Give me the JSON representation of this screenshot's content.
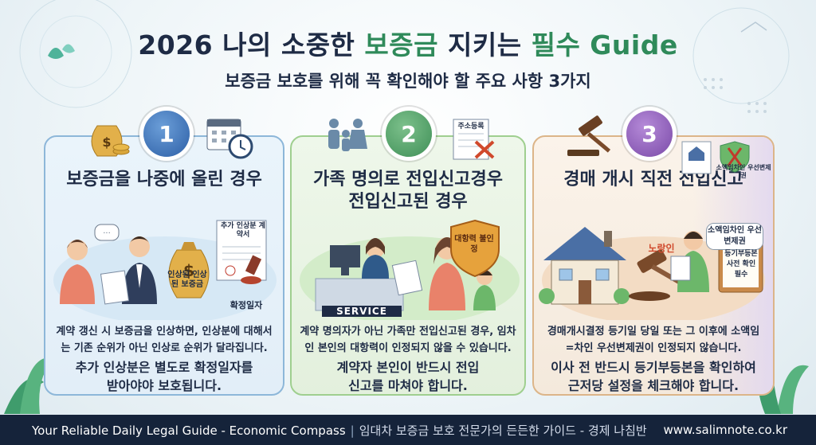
{
  "title": {
    "part1": "2026 나의 소중한 ",
    "hl1": "보증금",
    "part2": " 지키는 ",
    "hl2": "필수",
    "part3": " Guide"
  },
  "subtitle": "보증금 보호를 위해 꼭 확인해야 할 주요 사항 3가지",
  "cards": [
    {
      "number": "1",
      "heading": "보증금을 나중에 올린 경우",
      "labels": {
        "contract": "추가 인상분 계약서",
        "bag": "인상된 인상된 보증금",
        "date": "확정일자"
      },
      "body": "계약 갱신 시 보증금을 인상하면, 인상분에 대해서는 기존 순위가 아닌 인상로 순위가 달라집니다.",
      "note": "추가 인상분은 별도로 확정일자를 받아야야 보호됩니다."
    },
    {
      "number": "2",
      "heading_line1": "가족 명의로 전입신고경우",
      "heading_line2": "전입신고된 경우",
      "labels": {
        "form": "주소등록",
        "shield": "대항력 불인정",
        "desk": "SERVICE"
      },
      "body": "계약 명의자가 아닌 가족만 전입신고된 경우, 임차인 본인의 대항력이 인정되지 않을 수 있습니다.",
      "note": "계약자 본인이 반드시 전입신고를 마쳐야 합니다."
    },
    {
      "number": "3",
      "heading": "경매 개시 직전 전입신고",
      "labels": {
        "top_sign": "소액임차인 우선변제권",
        "bubble": "소액임차인 우선변제권",
        "auction": "노랑인",
        "board": "등기부등본 사전 확인 필수"
      },
      "body": "경매개시결정 등기일 당일 또는 그 이후에 소액임=차인 우선변제권이 인정되지 않습니다.",
      "note": "이사 전 반드시 등기부등본을 확인하여 근저당 설정을 체크해야 합니다."
    }
  ],
  "footer": {
    "left_en": "Your Reliable Daily Legal Guide - Economic Compass",
    "separator": "|",
    "left_kr": "임대차 보증금 보호 전문가의 든든한 가이드 - 경제 나침반",
    "right": "www.salimnote.co.kr"
  },
  "colors": {
    "navy": "#1e2b45",
    "accent_green": "#2f8a5a",
    "card1": "#2d5fa6",
    "card2": "#3f8f57",
    "card3": "#7a4aa8"
  }
}
